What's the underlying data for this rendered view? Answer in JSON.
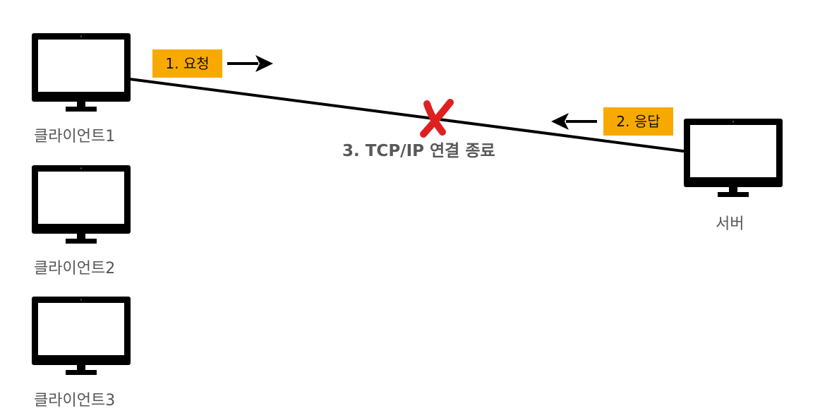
{
  "clients": [
    {
      "label": "클라이언트1"
    },
    {
      "label": "클라이언트2"
    },
    {
      "label": "클라이언트3"
    }
  ],
  "server": {
    "label": "서버"
  },
  "steps": {
    "request": "1. 요청",
    "response": "2. 응답",
    "close": "3. TCP/IP 연결 종료"
  },
  "colors": {
    "tag_background": "#f8a900",
    "disconnect_mark": "#e02020",
    "monitor": "#000000"
  }
}
